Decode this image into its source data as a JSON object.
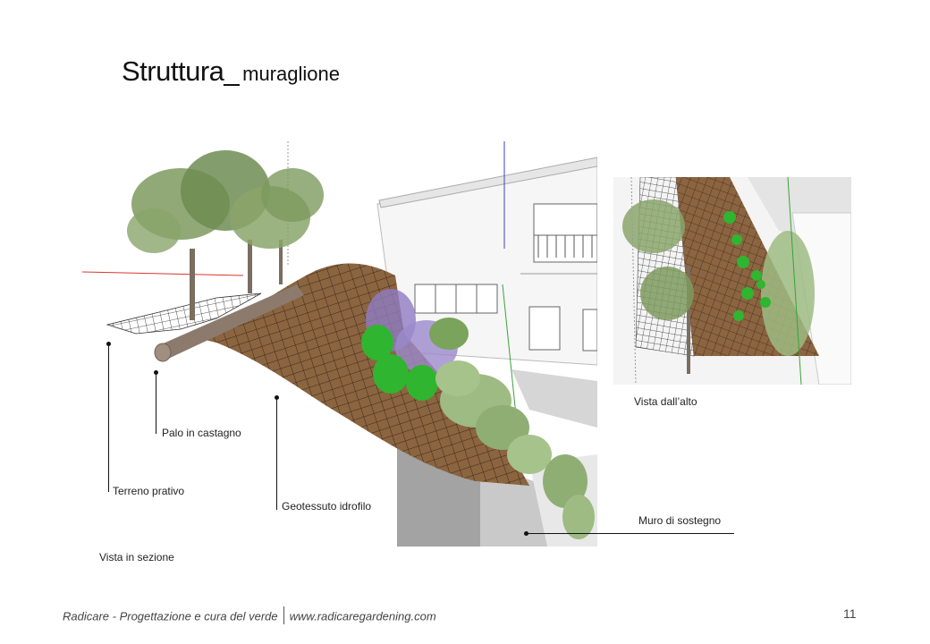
{
  "slide": {
    "title_main": "Struttura_",
    "title_sub": "muraglione",
    "page_number": "11"
  },
  "labels": {
    "terreno": "Terreno prativo",
    "palo": "Palo in castagno",
    "geotessuto": "Geotessuto idrofilo",
    "muro": "Muro di sostegno",
    "vista_alto": "Vista dall’alto",
    "vista_sezione": "Vista in sezione"
  },
  "footer": {
    "company": "Radicare - Progettazione e cura del verde",
    "website": "www.radicaregardening.com"
  },
  "colors": {
    "geotextile": "#8b6440",
    "grid": "#2a1a10",
    "foliage": "#7d9a5e",
    "grass": "#2fb52f",
    "lavender": "#8e7cc3",
    "wall": "#f2f2f2",
    "wall_shadow": "#a9a9a9"
  }
}
